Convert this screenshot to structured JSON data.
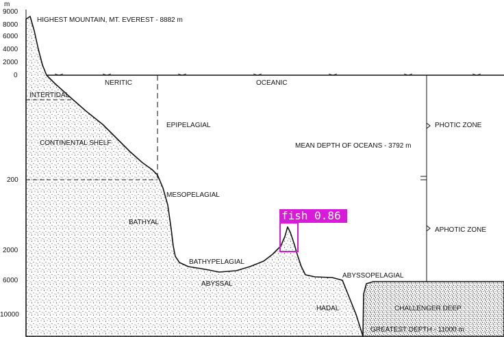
{
  "axis": {
    "unit": "m",
    "ticks": [
      "9000",
      "8000",
      "6000",
      "4000",
      "2000",
      "0",
      "200",
      "2000",
      "6000",
      "10000"
    ]
  },
  "labels": {
    "everest": "HIGHEST MOUNTAIN, MT. EVEREST - 8882 m",
    "intertidal": "INTERTIDAL",
    "neritic": "NERITIC",
    "oceanic": "OCEANIC",
    "continental_shelf": "CONTINENTAL SHELF",
    "epipelagial": "EPIPELAGIAL",
    "mean_depth": "MEAN DEPTH OF OCEANS - 3792 m",
    "photic_zone": "PHOTIC ZONE",
    "mesopelagial": "MESOPELAGIAL",
    "bathyal": "BATHYAL",
    "aphotic_zone": "APHOTIC ZONE",
    "bathypelagial": "BATHYPELAGIAL",
    "abyssal": "ABYSSAL",
    "abyssopelagial": "ABYSSOPELAGIAL",
    "hadal": "HADAL",
    "challenger_deep": "CHALLENGER DEEP",
    "greatest_depth": "GREATEST DEPTH - 11000 m"
  },
  "detection": {
    "label": "fish 0.86",
    "color": "#d81bd8"
  },
  "colors": {
    "ink": "#111111",
    "paper": "#ffffff"
  }
}
